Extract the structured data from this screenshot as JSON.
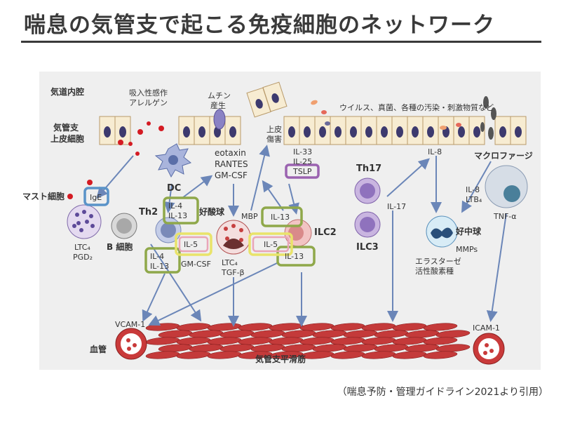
{
  "title": "喘息の気管支で起こる免疫細胞のネットワーク",
  "citation": "（喘息予防・管理ガイドライン2021より引用）",
  "colors": {
    "muscle": "#c43a3a",
    "arrow": "#6b86b8",
    "frame_green": "#8fa84a",
    "frame_yellow": "#e9e36a",
    "frame_purple": "#9b63b0",
    "frame_blue": "#5a93c8",
    "frame_pink": "#e9a6b8"
  },
  "labels": {
    "airway_lumen": "気道内腔",
    "epithelium_1": "気管支",
    "epithelium_2": "上皮細胞",
    "inhaled_1": "吸入性感作",
    "inhaled_2": "アレルゲン",
    "mucin_1": "ムチン",
    "mucin_2": "産生",
    "injury_1": "上皮",
    "injury_2": "傷害",
    "viruses": "ウイルス、真菌、各種の汚染・刺激物質など",
    "dc": "DC",
    "eotaxin": "eotaxin",
    "rantes": "RANTES",
    "gmcsf_top": "GM-CSF",
    "il33": "IL-33",
    "il25": "IL-25",
    "tslp": "TSLP",
    "th17": "Th17",
    "il8_top": "IL-8",
    "macrophage": "マクロファージ",
    "mast_cell": "マスト細胞",
    "ige": "IgE",
    "th2": "Th2",
    "il4_a": "IL-4",
    "il13_a": "IL-13",
    "eosinophil": "好酸球",
    "mbp": "MBP",
    "il13_b": "IL-13",
    "ilc2": "ILC2",
    "il17": "IL-17",
    "il8_mid": "IL-8",
    "ltb4": "LTB₄",
    "tnfa": "TNF-α",
    "ltc4_mast": "LTC₄",
    "pgd2": "PGD₂",
    "b_cell": "B 細胞",
    "il5_a": "IL-5",
    "il5_b": "IL-5",
    "ilc3": "ILC3",
    "neutrophil": "好中球",
    "mmps": "MMPs",
    "il4_b": "IL-4",
    "il13_c": "IL-13",
    "gmcsf_mid": "GM-CSF",
    "ltc4_eos": "LTC₄",
    "tgfb": "TGF-β",
    "il13_d": "IL-13",
    "elastase": "エラスターゼ",
    "ros": "活性酸素種",
    "vcam1": "VCAM-1",
    "icam1": "ICAM-1",
    "vessel": "血管",
    "smooth_muscle": "気管支平滑筋"
  }
}
